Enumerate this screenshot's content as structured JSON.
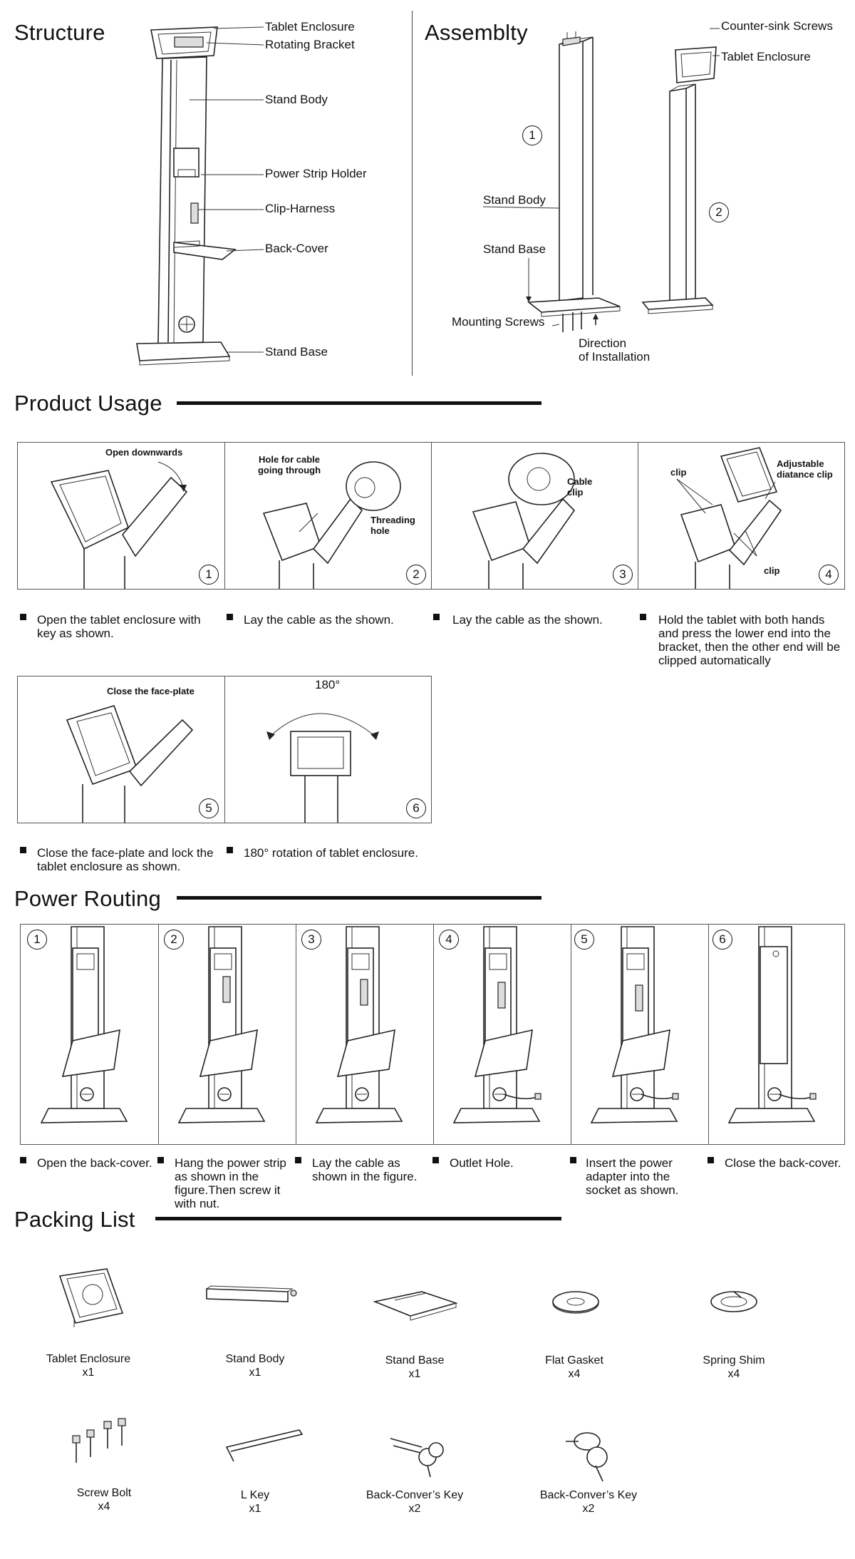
{
  "structure": {
    "title": "Structure",
    "labels": [
      "Tablet Enclosure",
      "Rotating Bracket",
      "Stand Body",
      "Power Strip Holder",
      "Clip-Harness",
      "Back-Cover",
      "Stand Base"
    ]
  },
  "assembly": {
    "title": "Assemblty",
    "labels": {
      "counter_sink": "Counter-sink Screws",
      "tablet_enclosure": "Tablet Enclosure",
      "stand_body": "Stand Body",
      "stand_base": "Stand Base",
      "mounting_screws": "Mounting Screws",
      "direction_1": "Direction",
      "direction_2": "of  Installation",
      "step1": "1",
      "step2": "2"
    }
  },
  "usage": {
    "title": "Product Usage",
    "panels": [
      {
        "num": "1",
        "annotations": [
          "Open downwards"
        ],
        "caption": "Open the tablet enclosure with key as shown."
      },
      {
        "num": "2",
        "annotations": [
          "Hole for cable going through",
          "Threading hole"
        ],
        "caption": "Lay the cable as the shown."
      },
      {
        "num": "3",
        "annotations": [
          "Cable clip"
        ],
        "caption": "Lay the cable as the shown."
      },
      {
        "num": "4",
        "annotations": [
          "Adjustable diatance clip",
          "clip",
          "clip"
        ],
        "caption": "Hold the tablet with both hands and press the lower end into the bracket, then the other end will be clipped automatically"
      },
      {
        "num": "5",
        "annotations": [
          "Close the face-plate"
        ],
        "caption": "Close the face-plate and lock the tablet enclosure as shown."
      },
      {
        "num": "6",
        "annotations": [
          "180°"
        ],
        "caption": "180° rotation of tablet enclosure."
      }
    ]
  },
  "power": {
    "title": "Power Routing",
    "steps": [
      {
        "num": "1",
        "caption": "Open the back-cover."
      },
      {
        "num": "2",
        "caption": "Hang the power strip as shown in the figure.Then screw it with nut."
      },
      {
        "num": "3",
        "caption": "Lay the cable as shown in the figure."
      },
      {
        "num": "4",
        "caption": "Outlet Hole."
      },
      {
        "num": "5",
        "caption": "Insert the power adapter into the socket as shown."
      },
      {
        "num": "6",
        "caption": "Close the back-cover."
      }
    ]
  },
  "packing": {
    "title": "Packing List",
    "items": [
      {
        "name": "Tablet Enclosure",
        "qty": "x1"
      },
      {
        "name": "Stand Body",
        "qty": "x1"
      },
      {
        "name": "Stand Base",
        "qty": "x1"
      },
      {
        "name": "Flat Gasket",
        "qty": "x4"
      },
      {
        "name": "Spring Shim",
        "qty": "x4"
      },
      {
        "name": "Screw Bolt",
        "qty": "x4"
      },
      {
        "name": "L Key",
        "qty": "x1"
      },
      {
        "name": "Back-Conver’s Key",
        "qty": "x2"
      },
      {
        "name": "Back-Conver’s Key",
        "qty": "x2"
      }
    ]
  }
}
